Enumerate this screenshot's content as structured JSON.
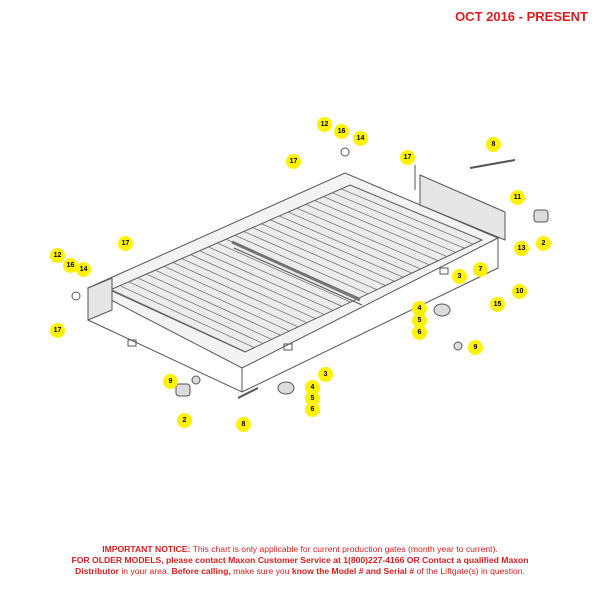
{
  "header": {
    "date_range": "OCT 2016 - PRESENT"
  },
  "callouts": [
    {
      "id": "c12a",
      "label": "12"
    },
    {
      "id": "c16a",
      "label": "16"
    },
    {
      "id": "c14a",
      "label": "14"
    },
    {
      "id": "c17a",
      "label": "17"
    },
    {
      "id": "c17b",
      "label": "17"
    },
    {
      "id": "c8a",
      "label": "8"
    },
    {
      "id": "c11",
      "label": "11"
    },
    {
      "id": "c13",
      "label": "13"
    },
    {
      "id": "c2a",
      "label": "2"
    },
    {
      "id": "c17c",
      "label": "17"
    },
    {
      "id": "c12b",
      "label": "12"
    },
    {
      "id": "c16b",
      "label": "16"
    },
    {
      "id": "c14b",
      "label": "14"
    },
    {
      "id": "c17d",
      "label": "17"
    },
    {
      "id": "c7",
      "label": "7"
    },
    {
      "id": "c3a",
      "label": "3"
    },
    {
      "id": "c10",
      "label": "10"
    },
    {
      "id": "c15",
      "label": "15"
    },
    {
      "id": "c4a",
      "label": "4"
    },
    {
      "id": "c5a",
      "label": "5"
    },
    {
      "id": "c6a",
      "label": "6"
    },
    {
      "id": "c9a",
      "label": "9"
    },
    {
      "id": "c9b",
      "label": "9"
    },
    {
      "id": "c3b",
      "label": "3"
    },
    {
      "id": "c4b",
      "label": "4"
    },
    {
      "id": "c5b",
      "label": "5"
    },
    {
      "id": "c6b",
      "label": "6"
    },
    {
      "id": "c2b",
      "label": "2"
    },
    {
      "id": "c8b",
      "label": "8"
    }
  ],
  "notice": {
    "line1_bold": "IMPORTANT NOTICE:",
    "line1_text": " This chart is only applicable for current production gates (month year to current).",
    "line2_bold": "FOR OLDER MODELS, please contact Maxon Customer Service at 1(800)227-4166 OR Contact a qualified Maxon",
    "line3_bold_a": "Distributor",
    "line3_text_a": " in your area. ",
    "line3_bold_b": "Before calling,",
    "line3_text_b": " make sure you ",
    "line3_bold_c": "know the Model # and Serial #",
    "line3_text_c": " of the Liftgate(s) in question."
  },
  "colors": {
    "accent": "#d81e1e",
    "callout_fill": "#fff200",
    "line": "#555555"
  }
}
